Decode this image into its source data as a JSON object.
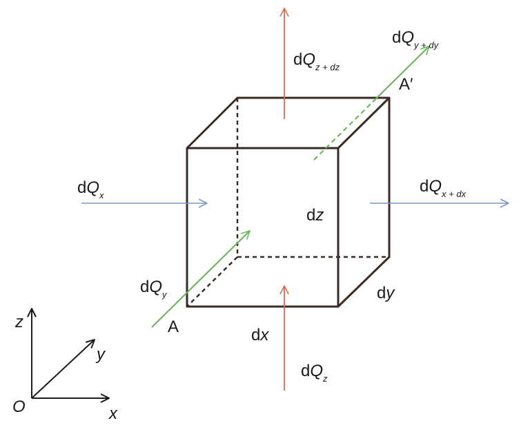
{
  "colors": {
    "cube": "#3a2a24",
    "x_flux": "#7f95c4",
    "y_flux": "#6db55e",
    "z_flux": "#e0684a",
    "axes": "#1a1a1a"
  },
  "labels": {
    "dQx": {
      "d": "d",
      "q": "Q",
      "sub": "x"
    },
    "dQx_dx": {
      "d": "d",
      "q": "Q",
      "sub": "x + dx"
    },
    "dQy": {
      "d": "d",
      "q": "Q",
      "sub": "y"
    },
    "dQy_dy": {
      "d": "d",
      "q": "Q",
      "sub": "y + dy"
    },
    "dQz": {
      "d": "d",
      "q": "Q",
      "sub": "z"
    },
    "dQz_dz": {
      "d": "d",
      "q": "Q",
      "sub": "z + dz"
    },
    "dz": {
      "d": "d",
      "v": "z"
    },
    "dy": {
      "d": "d",
      "v": "y"
    },
    "dx": {
      "d": "d",
      "v": "x"
    },
    "corner_a": "A",
    "corner_a_prime": "A′"
  },
  "axes": {
    "origin": "O",
    "x": "x",
    "y": "y",
    "z": "z"
  }
}
